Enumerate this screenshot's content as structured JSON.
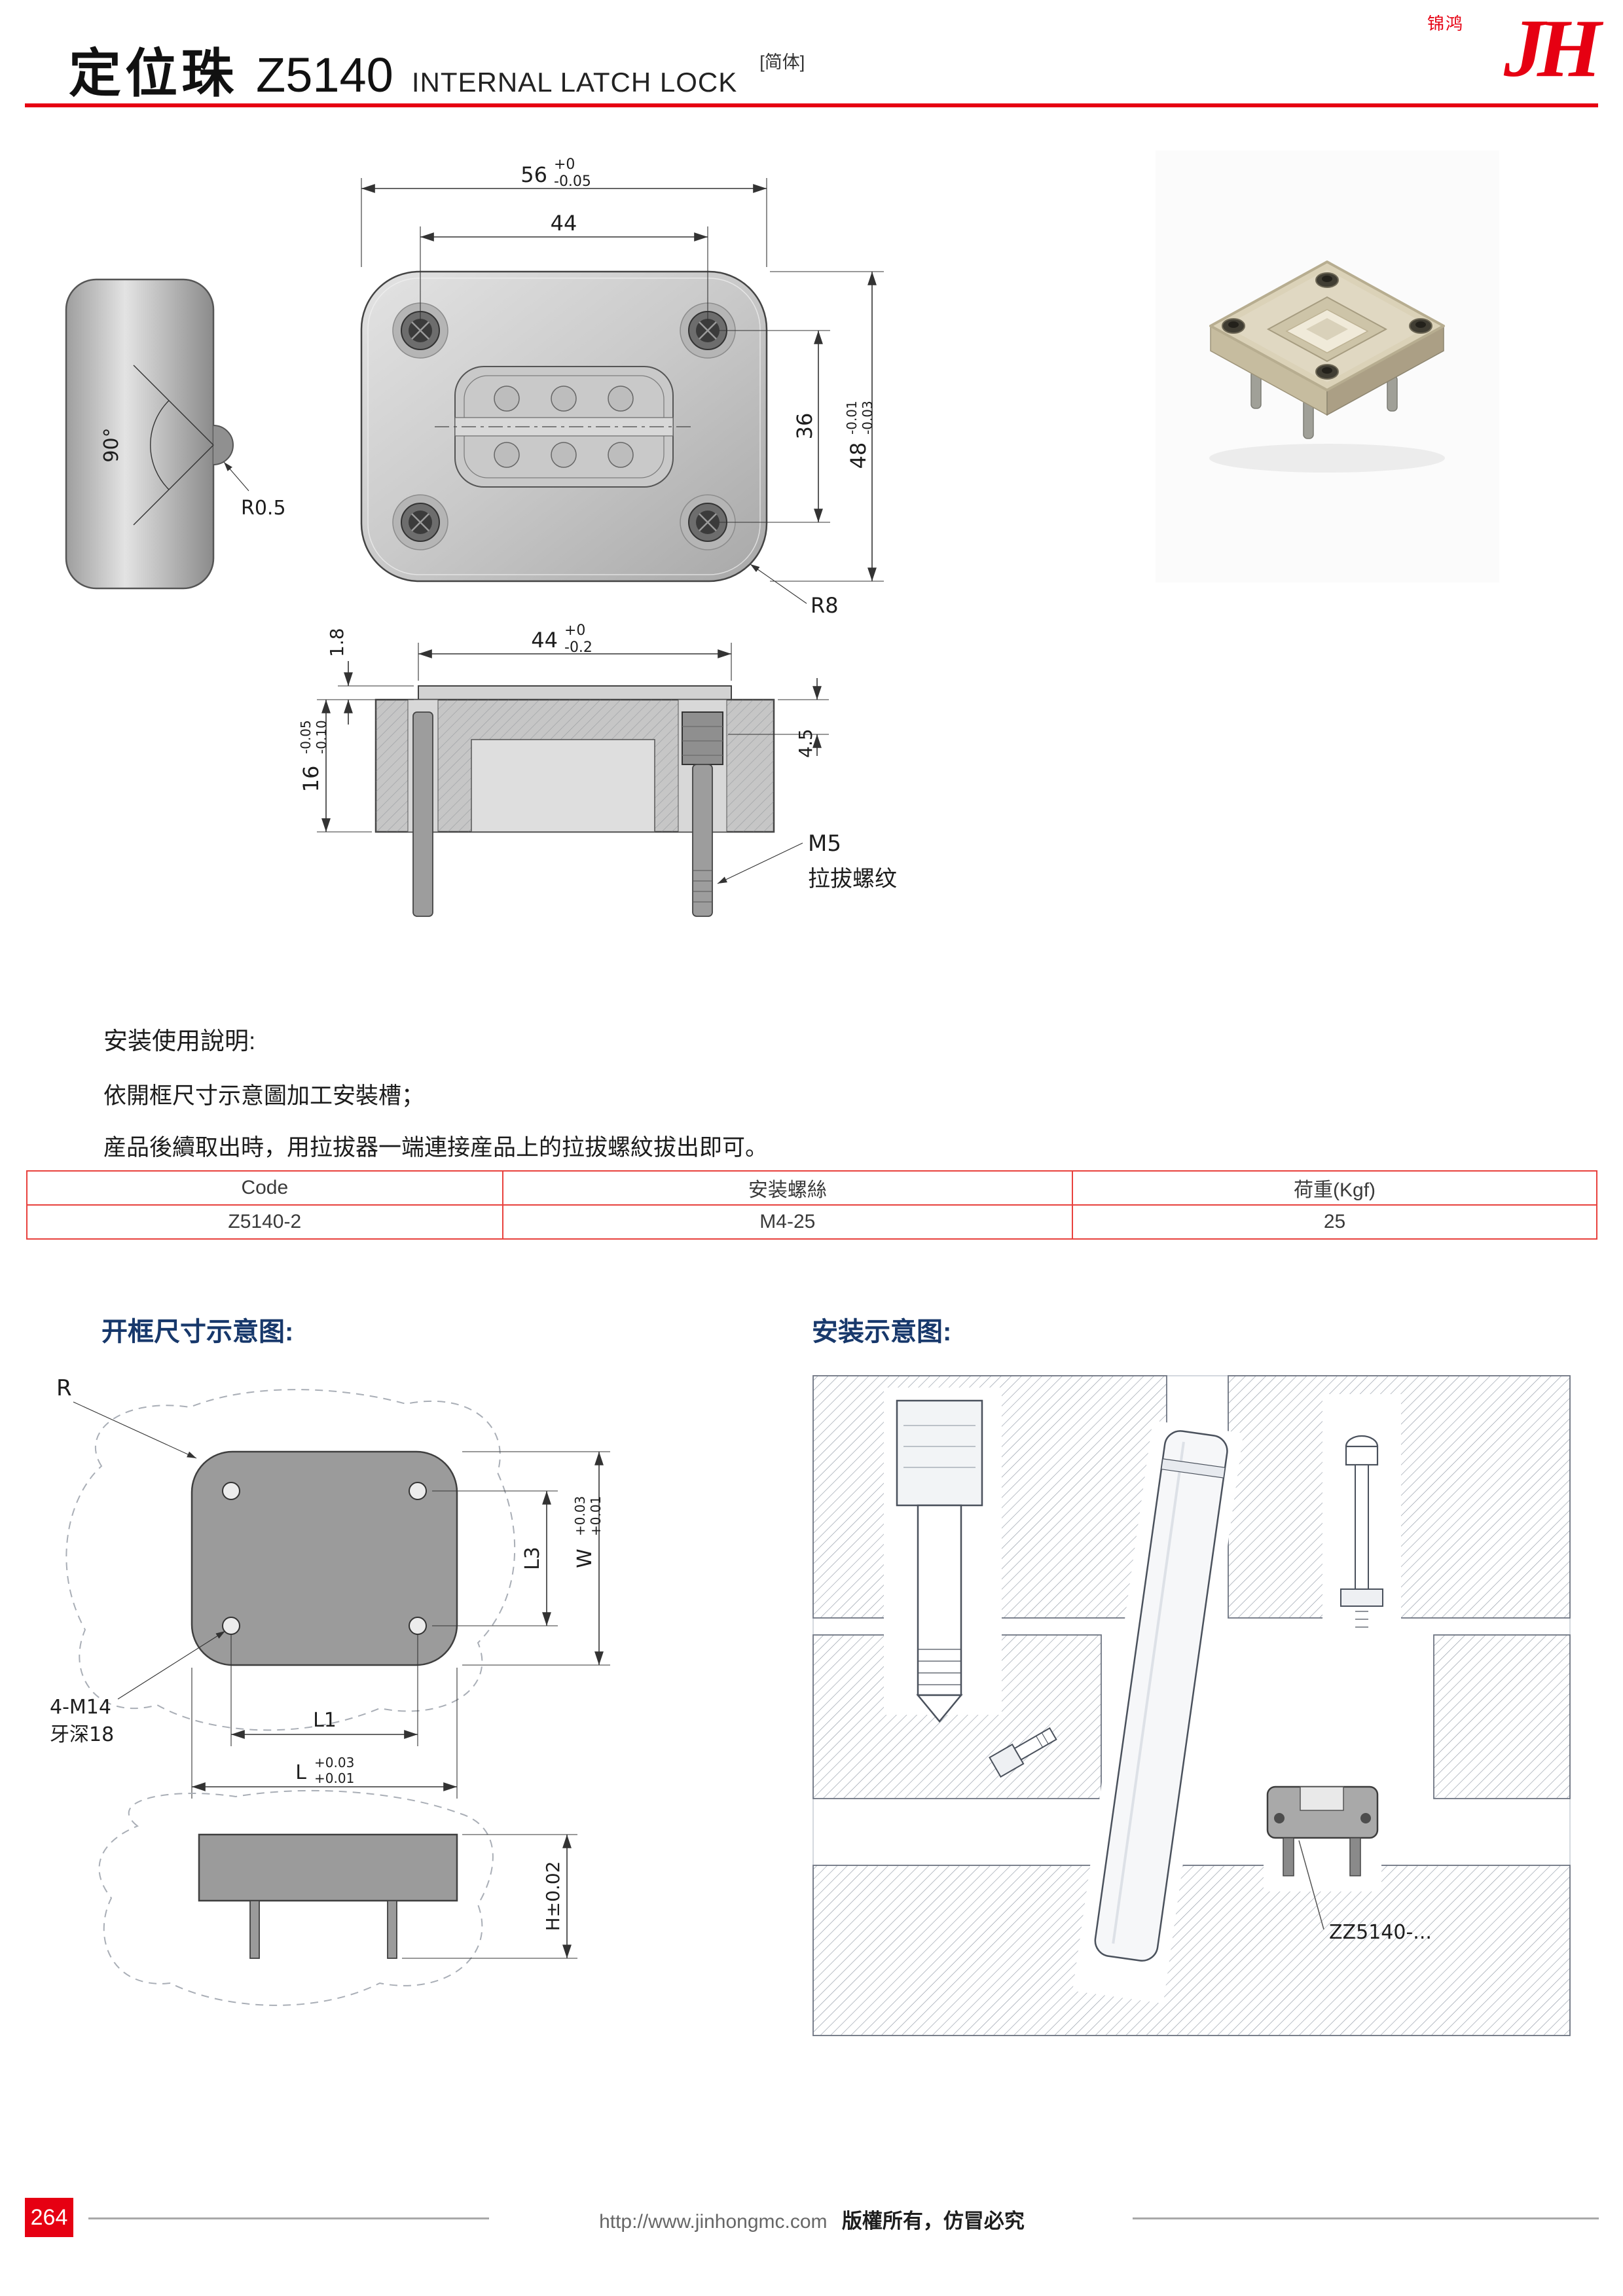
{
  "header": {
    "title_cn": "定位珠",
    "code": "Z5140",
    "title_en": "INTERNAL LATCH LOCK",
    "lang": "[简体]",
    "logo_jh": "JH",
    "logo_small": "锦鸿"
  },
  "drawing": {
    "side_view": {
      "angle": "90°",
      "radius": "R0.5"
    },
    "top_view": {
      "dim56": "56",
      "dim56_tol_up": "+0",
      "dim56_tol_dn": "-0.05",
      "dim44": "44",
      "dim36": "36",
      "dim48": "48",
      "dim48_tol_up": "-0.01",
      "dim48_tol_dn": "-0.03",
      "r8": "R8"
    },
    "section_view": {
      "dim18": "1.8",
      "dim44": "44",
      "dim44_tol_up": "+0",
      "dim44_tol_dn": "-0.2",
      "dim45": "4.5",
      "dim16": "16",
      "dim16_tol_up": "-0.05",
      "dim16_tol_dn": "-0.10",
      "thread": "M5",
      "thread_note": "拉拔螺纹"
    }
  },
  "instructions": {
    "title": "安装使用說明:",
    "line1": "依開框尺寸示意圖加工安裝槽；",
    "line2": "産品後續取出時，用拉拔器一端連接産品上的拉拔螺紋拔出即可。"
  },
  "table": {
    "headers": [
      "Code",
      "安装螺絲",
      "荷重(Kgf)"
    ],
    "rows": [
      [
        "Z5140-2",
        "M4-25",
        "25"
      ]
    ]
  },
  "pocket_diagram": {
    "title": "开框尺寸示意图:",
    "r": "R",
    "l3": "L3",
    "w": "W",
    "w_tol_up": "+0.03",
    "w_tol_dn": "+0.01",
    "tap_note1": "4-M14",
    "tap_note2": "牙深18",
    "l1": "L1",
    "l": "L",
    "l_tol_up": "+0.03",
    "l_tol_dn": "+0.01",
    "h": "H±0.02"
  },
  "install_diagram": {
    "title": "安装示意图:",
    "part_label": "ZZ5140-..."
  },
  "footer": {
    "page": "264",
    "url": "http://www.jinhongmc.com",
    "notice": "版權所有，仿冒必究"
  },
  "colors": {
    "accent_red": "#e60012",
    "title_navy": "#17386b"
  }
}
